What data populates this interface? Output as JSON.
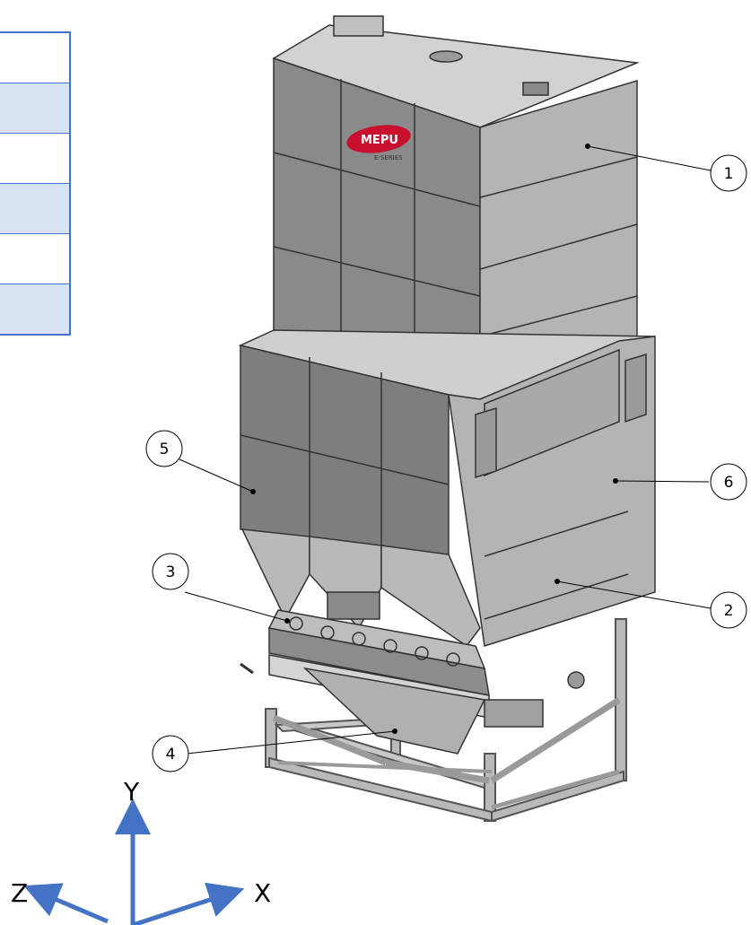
{
  "table_fragment": {
    "rows": [
      false,
      true,
      false,
      true,
      false,
      true
    ]
  },
  "callouts": [
    {
      "id": "c1",
      "label": "1"
    },
    {
      "id": "c2",
      "label": "2"
    },
    {
      "id": "c3",
      "label": "3"
    },
    {
      "id": "c4",
      "label": "4"
    },
    {
      "id": "c5",
      "label": "5"
    },
    {
      "id": "c6",
      "label": "6"
    }
  ],
  "logo": {
    "text": "MEPU",
    "subtext": "E-SERIES",
    "color": "#c8102e"
  },
  "axes": {
    "x": "X",
    "y": "Y",
    "z": "Z",
    "color": "#4472c4"
  }
}
